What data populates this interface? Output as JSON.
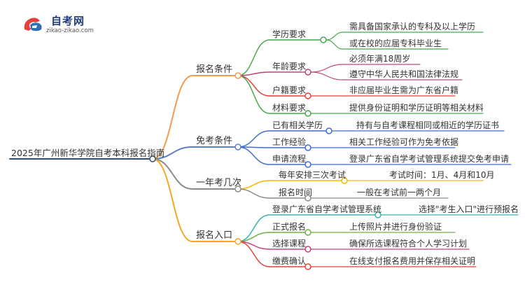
{
  "logo": {
    "title": "自考网",
    "subtitle": "zikao-zikao.com"
  },
  "root": "2025年广州新华学院自考本科报名指南",
  "colors": {
    "c1": "#f39a4f",
    "c2": "#5b7fc6",
    "c3": "#8c8c8c",
    "c4": "#f5a623",
    "root_line": "#2f4f6f",
    "leaf_line": "#3a6d8a"
  },
  "branches": [
    {
      "label": "报名条件",
      "children": [
        {
          "label": "学历要求",
          "color": "#47a84a",
          "leaves": [
            "需具备国家承认的专科及以上学历",
            "或在校的应届专科毕业生"
          ]
        },
        {
          "label": "年龄要求",
          "color": "#c0467a",
          "leaves": [
            "必须年满18周岁",
            "遵守中华人民共和国法律法规"
          ]
        },
        {
          "label": "户籍要求",
          "color": "#e0413a",
          "leaves": [
            "非应届毕业生需为广东省户籍"
          ]
        },
        {
          "label": "材料要求",
          "color": "#47a84a",
          "leaves": [
            "提供身份证明和学历证明等相关材料"
          ]
        }
      ]
    },
    {
      "label": "免考条件",
      "children": [
        {
          "label": "已有相关学历",
          "color": "#3d6fd1",
          "leaves": [
            "持有与自考课程相同或相近的学历证书"
          ]
        },
        {
          "label": "工作经验",
          "color": "#3d6fd1",
          "leaves": [
            "相关工作经验可作为免考依据"
          ]
        },
        {
          "label": "申请流程",
          "color": "#3d6fd1",
          "leaves": [
            "登录广东省自学考试管理系统提交免考申请"
          ]
        }
      ]
    },
    {
      "label": "一年考几次",
      "children": [
        {
          "label": "每年安排三次考试",
          "color": "#f5b800",
          "leaves": [
            "考试时间：1月、4月和10月"
          ]
        },
        {
          "label": "报名时间",
          "color": "#8c8c8c",
          "leaves": [
            "一般在考试前一两个月"
          ]
        }
      ]
    },
    {
      "label": "报名入口",
      "children": [
        {
          "label": "登录广东省自学考试管理系统",
          "color": "#35b6b0",
          "leaves": [
            "选择\"考生入口\"进行预报名"
          ]
        },
        {
          "label": "正式报名",
          "color": "#6bb33f",
          "leaves": [
            "上传照片并进行身份验证"
          ]
        },
        {
          "label": "选择课程",
          "color": "#c0467a",
          "leaves": [
            "确保所选课程符合个人学习计划"
          ]
        },
        {
          "label": "缴费确认",
          "color": "#e0413a",
          "leaves": [
            "在线支付报名费用并保存相关证明"
          ]
        }
      ]
    }
  ]
}
